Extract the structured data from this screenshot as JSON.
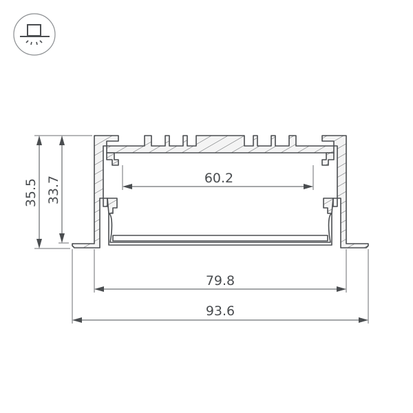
{
  "icon": {
    "name": "recessed-ceiling-light-icon"
  },
  "dimensions": {
    "overall_height": "35.5",
    "body_height": "33.7",
    "inner_width": "60.2",
    "body_width": "79.8",
    "overall_width": "93.6"
  },
  "colors": {
    "line": "#4a4d50",
    "dim_line": "#6b6e71",
    "fill": "#f2f2f2",
    "icon_border": "#7a7d80"
  }
}
